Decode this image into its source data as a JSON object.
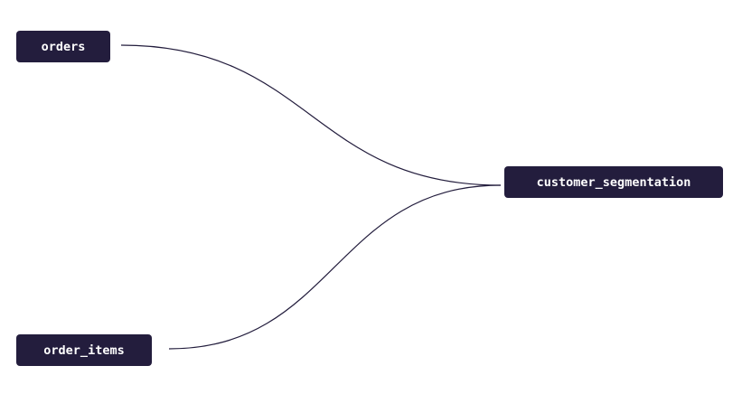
{
  "diagram": {
    "node_color": "#231d3d",
    "edge_color": "#231d3d",
    "background": "#ffffff",
    "nodes": [
      {
        "id": "orders",
        "label": "orders"
      },
      {
        "id": "order_items",
        "label": "order_items"
      },
      {
        "id": "customer_segmentation",
        "label": "customer_segmentation"
      }
    ],
    "edges": [
      {
        "from": "orders",
        "to": "customer_segmentation"
      },
      {
        "from": "order_items",
        "to": "customer_segmentation"
      }
    ]
  }
}
